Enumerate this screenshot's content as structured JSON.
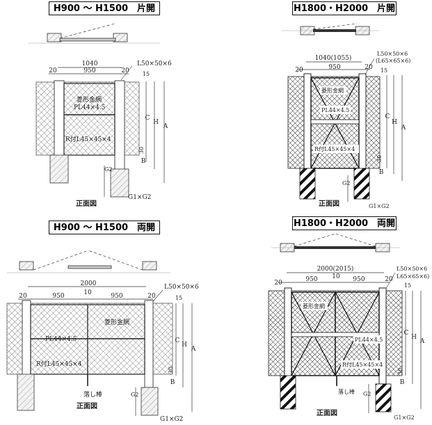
{
  "panels": [
    {
      "title": "H900 ～ H1500　片開",
      "dims": {
        "total": "1040",
        "post_left": "20",
        "opening": "950",
        "post_right": "20"
      },
      "frame_label": "L50×50×6",
      "labels": {
        "mesh": "菱形金網",
        "plate": "PL44×4.5",
        "rib": "R付L45×45×4"
      },
      "side": {
        "top": "15",
        "c": "C",
        "h": "H",
        "a": "A",
        "bottom": "30",
        "b": "B",
        "g": "G2",
        "g1g2": "G1×G2"
      },
      "caption": "正面図"
    },
    {
      "title": "H1800・H2000　片開",
      "dims": {
        "total": "1040(1055)",
        "post_left": "20",
        "opening": "950",
        "post_right": "20"
      },
      "frame_label": "L50×50×6",
      "frame_label2": "(L65×65×6)",
      "labels": {
        "mesh": "菱形金網",
        "plate": "PL44×4.5",
        "rib": "R付L45×45×4"
      },
      "side": {
        "top": "15",
        "c": "C",
        "h": "H",
        "a": "A",
        "bottom": "30",
        "b": "B",
        "g": "G2",
        "g1g2": "G1×G2"
      },
      "caption": "正面図"
    },
    {
      "title": "H900 ～ H1500　両開",
      "dims": {
        "total": "2000",
        "post_left": "20",
        "opening_left": "950",
        "center": "10",
        "opening_right": "950",
        "post_right": "20"
      },
      "frame_label": "L50×50×6",
      "labels": {
        "mesh": "菱形金網",
        "plate": "PL44×4.5",
        "rib": "R付L45×45×4",
        "drop_rod": "落し棒"
      },
      "side": {
        "top": "15",
        "c": "C",
        "h": "H",
        "a": "A",
        "bottom": "30",
        "b": "B",
        "g": "G2",
        "g1g2": "G1×G2"
      },
      "caption": "正面図"
    },
    {
      "title": "H1800・H2000　両開",
      "dims": {
        "total": "2000(2015)",
        "post_left": "20",
        "opening_left": "950",
        "center": "10",
        "opening_right": "950",
        "post_right": "20"
      },
      "frame_label": "L50×50×6",
      "frame_label2": "L65×65×6)",
      "labels": {
        "mesh": "菱形金網",
        "plate": "PL44×4.5",
        "rib": "R付L45×45×4",
        "drop_rod": "落し棒"
      },
      "side": {
        "top": "15",
        "c": "C",
        "h": "H",
        "a": "A",
        "bottom": "30",
        "b": "B",
        "g": "G2",
        "g1g2": "G1×G2"
      },
      "caption": "正面図"
    }
  ]
}
